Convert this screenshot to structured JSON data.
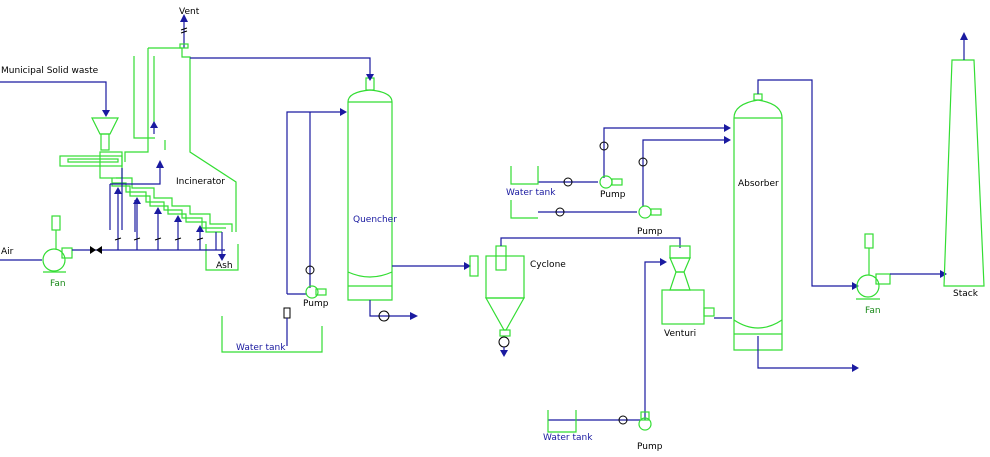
{
  "labels": {
    "vent": "Vent",
    "msw": "Municipal Solid waste",
    "incinerator": "Incinerator",
    "air": "Air",
    "fan_left": "Fan",
    "ash": "Ash",
    "pump_quencher": "Pump",
    "water_tank_quencher": "Water tank",
    "quencher": "Quencher",
    "cyclone": "Cyclone",
    "water_tank_absorber": "Water tank",
    "pump_absorber_1": "Pump",
    "pump_absorber_2": "Pump",
    "absorber": "Absorber",
    "venturi": "Venturi",
    "water_tank_venturi": "Water tank",
    "pump_venturi": "Pump",
    "fan_right": "Fan",
    "stack": "Stack"
  },
  "colors": {
    "equipment": "#33dd33",
    "piping": "#1a1aa0",
    "valves": "#000000"
  }
}
